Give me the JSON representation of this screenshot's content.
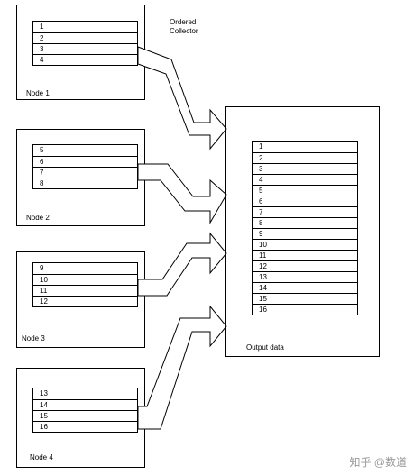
{
  "title_line1": "Ordered",
  "title_line2": "Collector",
  "nodes": [
    {
      "label": "Node 1",
      "items": [
        "1",
        "2",
        "3",
        "4"
      ]
    },
    {
      "label": "Node 2",
      "items": [
        "5",
        "6",
        "7",
        "8"
      ]
    },
    {
      "label": "Node 3",
      "items": [
        "9",
        "10",
        "11",
        "12"
      ]
    },
    {
      "label": "Node 4",
      "items": [
        "13",
        "14",
        "15",
        "16"
      ]
    }
  ],
  "output": {
    "label": "Output data",
    "items": [
      "1",
      "2",
      "3",
      "4",
      "5",
      "6",
      "7",
      "8",
      "9",
      "10",
      "11",
      "12",
      "13",
      "14",
      "15",
      "16"
    ]
  },
  "watermark": "知乎 @数道"
}
